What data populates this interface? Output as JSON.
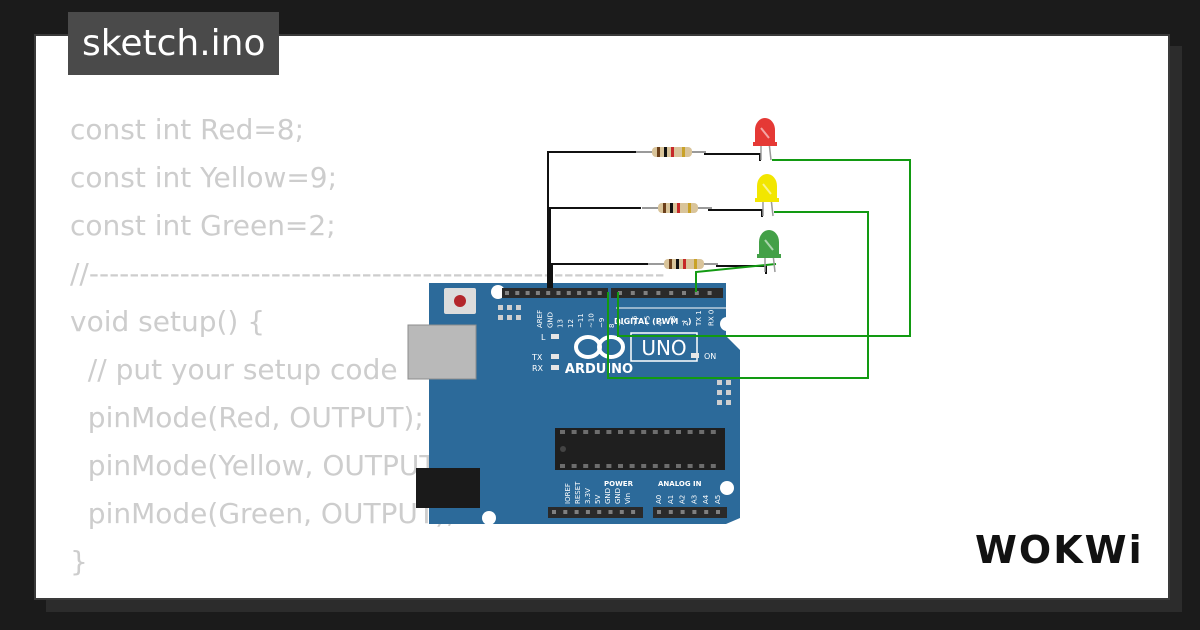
{
  "tab": {
    "title": "sketch.ino"
  },
  "code_lines": [
    "const int Red=8;",
    "const int Yellow=9;",
    "const int Green=2;",
    "//---------------------------------------------------------",
    "void setup() {",
    "  // put your setup code here, to run once:",
    "  pinMode(Red, OUTPUT);",
    "  pinMode(Yellow, OUTPUT);",
    "  pinMode(Green, OUTPUT);",
    "}",
    "//"
  ],
  "board": {
    "brand": "ARDUINO",
    "model": "UNO",
    "digital_header": "DIGITAL (PWM ~)",
    "power_header": "POWER",
    "analog_header": "ANALOG IN",
    "top_pins_left": [
      "AREF",
      "GND",
      "13",
      "12",
      "~11",
      "~10",
      "~9",
      "8"
    ],
    "top_pins_right": [
      "7",
      "~6",
      "~5",
      "4",
      "~3",
      "2",
      "TX 1",
      "RX 0"
    ],
    "power_pins": [
      "IOREF",
      "RESET",
      "3.3V",
      "5V",
      "GND",
      "GND",
      "Vin"
    ],
    "analog_pins": [
      "A0",
      "A1",
      "A2",
      "A3",
      "A4",
      "A5"
    ],
    "led_labels": {
      "l": "L",
      "tx": "TX",
      "rx": "RX",
      "on": "ON"
    }
  },
  "leds": [
    {
      "name": "red",
      "color": "#e53935"
    },
    {
      "name": "yellow",
      "color": "#f2e600"
    },
    {
      "name": "green",
      "color": "#43a047"
    }
  ],
  "colors": {
    "board": "#2c6a9a",
    "wire_gnd": "#111111",
    "wire_signal": "#129a12"
  },
  "logo": "WOKWi"
}
